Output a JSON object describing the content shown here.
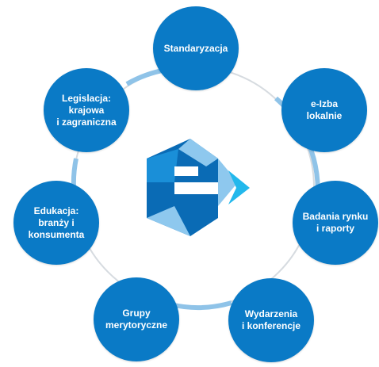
{
  "colors": {
    "node_fill": "#0a7ac6",
    "ring_dark": "#0a7ac6",
    "ring_light": "#cfe3f2",
    "logo_dark": "#0a6bb5",
    "logo_mid": "#1a8fd8",
    "logo_light": "#8ec8ee",
    "logo_cyan": "#22b8ec"
  },
  "center_logo": {
    "icon": "e-logo-icon"
  },
  "nodes": [
    {
      "key": "standaryzacja",
      "lines": [
        "Standaryzacja"
      ]
    },
    {
      "key": "e-izba",
      "lines": [
        "e-Izba",
        "lokalnie"
      ]
    },
    {
      "key": "badania",
      "lines": [
        "Badania rynku",
        "i raporty"
      ]
    },
    {
      "key": "wydarzenia",
      "lines": [
        "Wydarzenia",
        "i konferencje"
      ]
    },
    {
      "key": "grupy",
      "lines": [
        "Grupy",
        "merytoryczne"
      ]
    },
    {
      "key": "edukacja",
      "lines": [
        "Edukacja:",
        "branży i",
        "konsumenta"
      ]
    },
    {
      "key": "legislacja",
      "lines": [
        "Legislacja:",
        "krajowa",
        "i zagraniczna"
      ]
    }
  ]
}
